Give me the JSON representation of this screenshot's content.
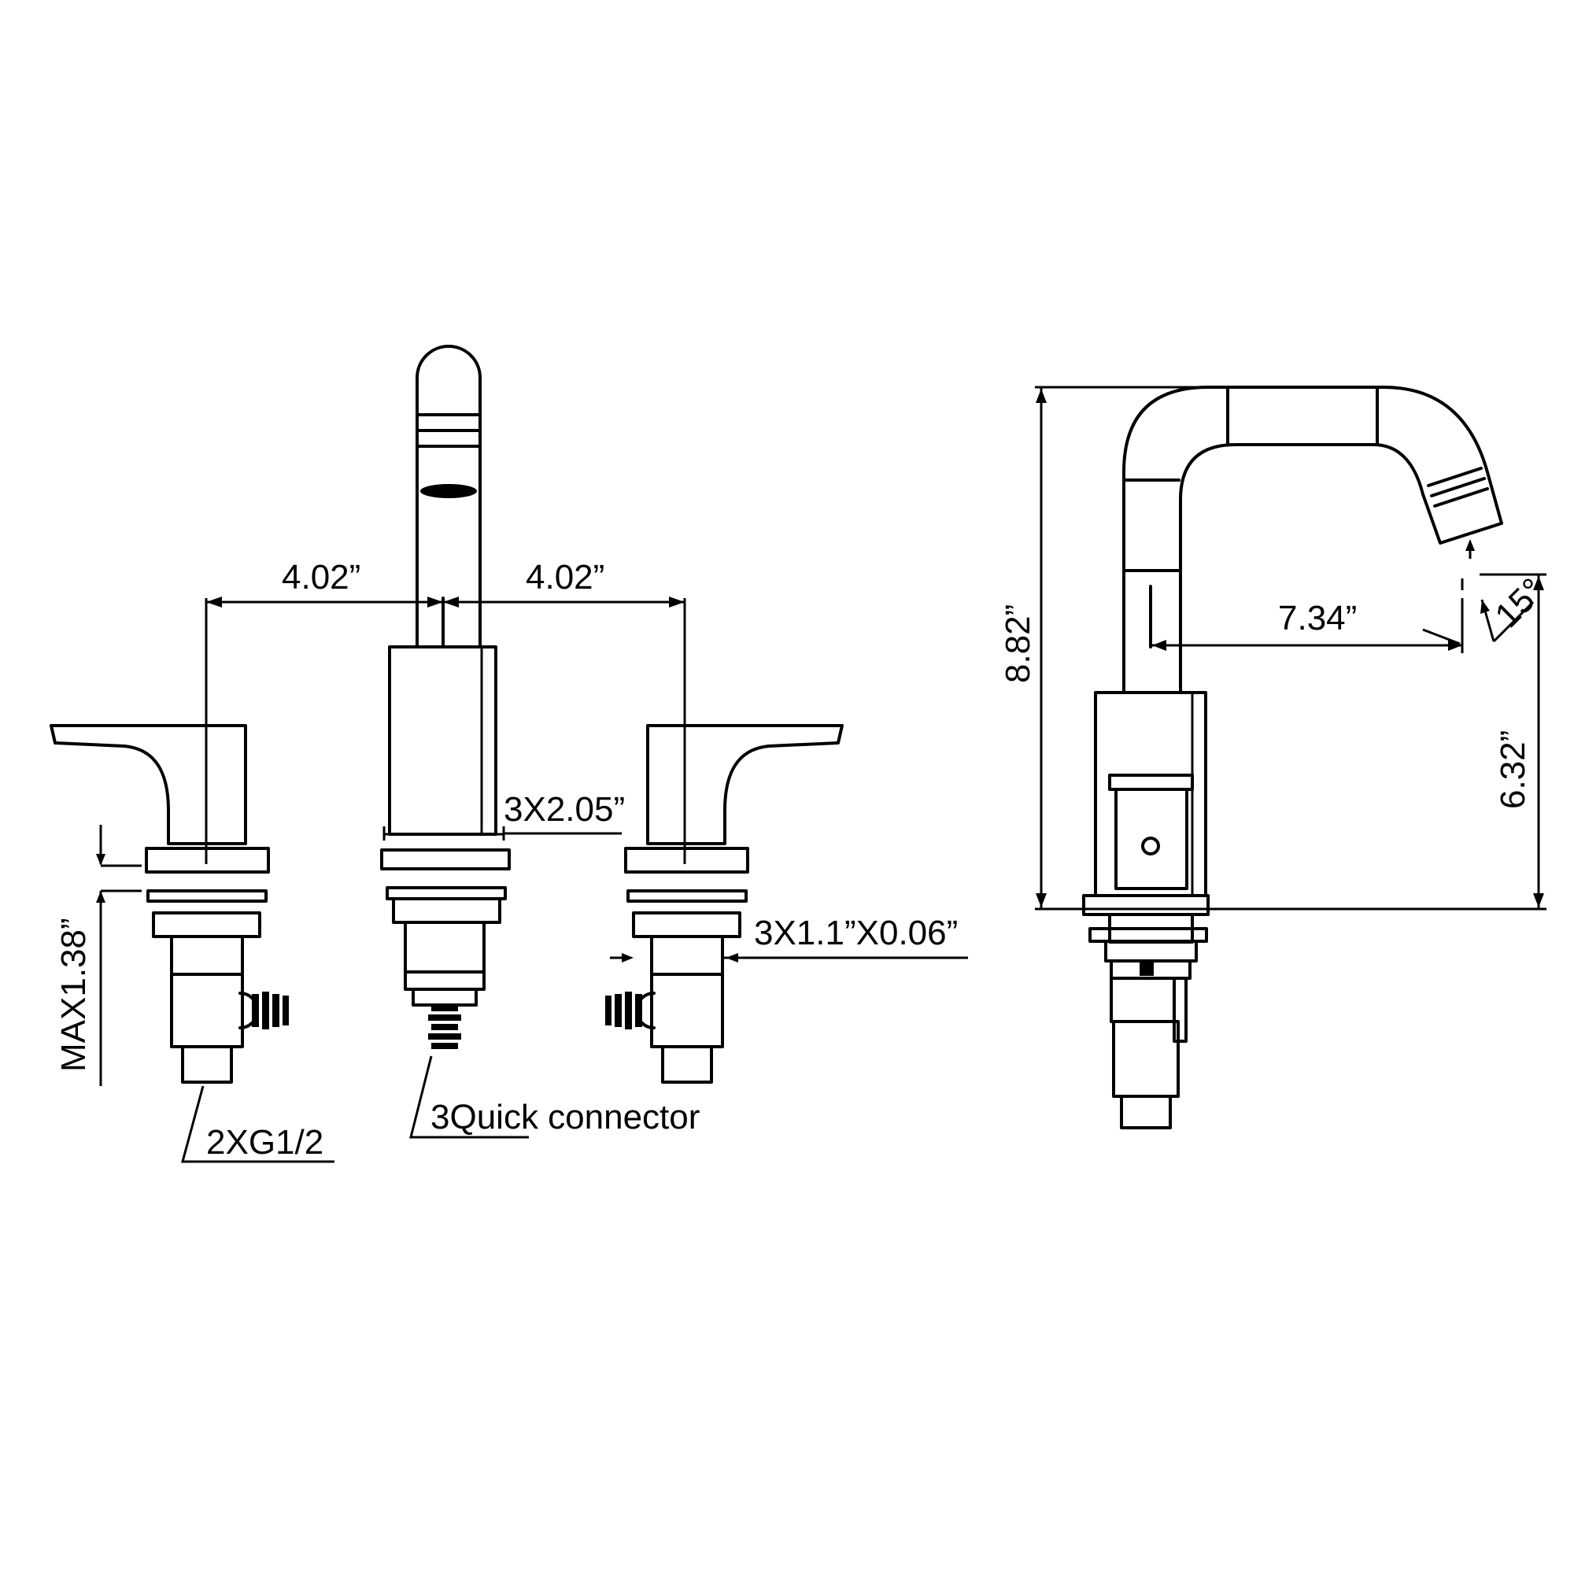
{
  "dimensions": {
    "spread_left": "4.02”",
    "spread_right": "4.02”",
    "shank_length": "3X2.05”",
    "washer": "3X1.1”X0.06”",
    "deck_thickness": "MAX1.38”",
    "inlet_thread": "2XG1/2",
    "quick_connector": "3Quick connector",
    "total_height": "8.82”",
    "spout_height": "6.32”",
    "spout_reach": "7.34”",
    "spout_angle": "15°"
  }
}
